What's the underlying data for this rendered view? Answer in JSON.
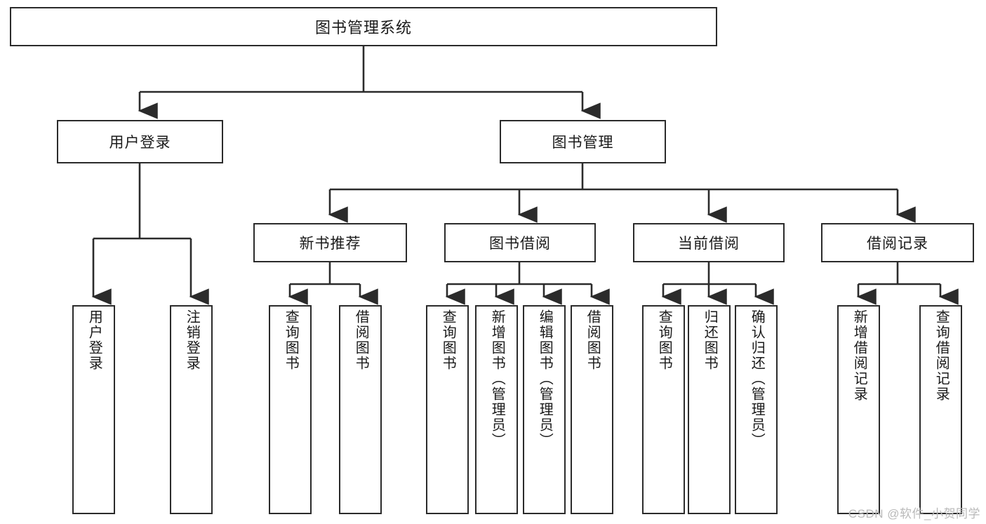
{
  "diagram": {
    "title": "图书管理系统",
    "type": "hierarchy-tree",
    "level2": [
      {
        "id": "user-login",
        "label": "用户登录"
      },
      {
        "id": "book-management",
        "label": "图书管理"
      }
    ],
    "level3": [
      {
        "id": "new-book-recommend",
        "label": "新书推荐",
        "parent": "book-management"
      },
      {
        "id": "book-borrow",
        "label": "图书借阅",
        "parent": "book-management"
      },
      {
        "id": "current-borrow",
        "label": "当前借阅",
        "parent": "book-management"
      },
      {
        "id": "borrow-record",
        "label": "借阅记录",
        "parent": "book-management"
      }
    ],
    "leaves": [
      {
        "id": "leaf-user-login",
        "label": "用户登录",
        "parent": "user-login"
      },
      {
        "id": "leaf-logout-login",
        "label": "注销登录",
        "parent": "user-login"
      },
      {
        "id": "leaf-query-book-1",
        "label": "查询图书",
        "parent": "new-book-recommend"
      },
      {
        "id": "leaf-borrow-book-1",
        "label": "借阅图书",
        "parent": "new-book-recommend"
      },
      {
        "id": "leaf-query-book-2",
        "label": "查询图书",
        "parent": "book-borrow"
      },
      {
        "id": "leaf-add-book",
        "label": "新增图书（管理员）",
        "parent": "book-borrow"
      },
      {
        "id": "leaf-edit-book",
        "label": "编辑图书（管理员）",
        "parent": "book-borrow"
      },
      {
        "id": "leaf-borrow-book-2",
        "label": "借阅图书",
        "parent": "book-borrow"
      },
      {
        "id": "leaf-query-book-3",
        "label": "查询图书",
        "parent": "current-borrow"
      },
      {
        "id": "leaf-return-book",
        "label": "归还图书",
        "parent": "current-borrow"
      },
      {
        "id": "leaf-confirm-return",
        "label": "确认归还（管理员）",
        "parent": "current-borrow"
      },
      {
        "id": "leaf-add-record",
        "label": "新增借阅记录",
        "parent": "borrow-record"
      },
      {
        "id": "leaf-query-record",
        "label": "查询借阅记录",
        "parent": "borrow-record"
      }
    ],
    "watermark": "CSDN @软件_小贺同学",
    "colors": {
      "stroke": "#2b2b2b",
      "fill": "#ffffff",
      "text": "#1a1a1a",
      "watermark": "#b9b9b9"
    }
  }
}
